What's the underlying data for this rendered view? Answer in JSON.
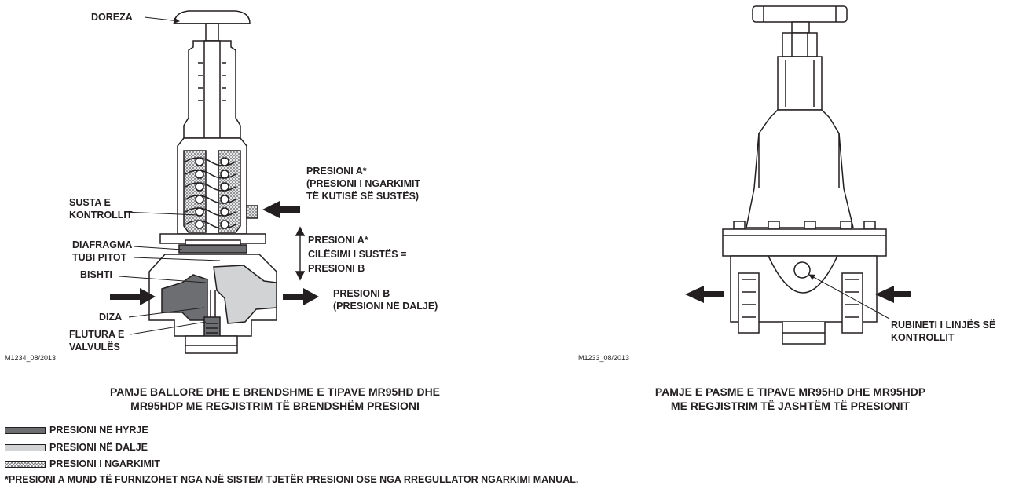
{
  "colors": {
    "inlet": "#6d6e71",
    "outlet": "#d1d3d4",
    "line": "#231f20"
  },
  "left_view": {
    "labels": {
      "doreza": "DOREZA",
      "presioni_a_1": "PRESIONI A*",
      "presioni_a_2": "(PRESIONI I NGARKIMIT",
      "presioni_a_3": "TË KUTISË SË SUSTËS)",
      "susta_1": "SUSTA E",
      "susta_2": "KONTROLLIT",
      "diafragma": "DIAFRAGMA",
      "tubi_pitot": "TUBI PITOT",
      "bishti": "BISHTI",
      "cilesimi_1": "PRESIONI A*",
      "cilesimi_2": "CILËSIMI I SUSTËS =",
      "cilesimi_3": "PRESIONI B",
      "presioni_b_1": "PRESIONI B",
      "presioni_b_2": "(PRESIONI NË DALJE)",
      "diza": "DIZA",
      "flutura_1": "FLUTURA E",
      "flutura_2": "VALVULËS"
    },
    "drawing_code": "M1234_08/2013",
    "caption_line1": "PAMJE BALLORE DHE E BRENDSHME E TIPAVE MR95HD DHE",
    "caption_line2": "MR95HDP ME REGJISTRIM TË BRENDSHËM PRESIONI"
  },
  "right_view": {
    "labels": {
      "rubineti_1": "RUBINETI I LINJËS SË",
      "rubineti_2": "KONTROLLIT"
    },
    "drawing_code": "M1233_08/2013",
    "caption_line1": "PAMJE E PASME E TIPAVE MR95HD DHE MR95HDP",
    "caption_line2": "ME REGJISTRIM TË JASHTËM TË PRESIONIT"
  },
  "legend": [
    {
      "label": "PRESIONI NË HYRJE",
      "pattern": "inlet"
    },
    {
      "label": "PRESIONI NË DALJE",
      "pattern": "outlet"
    },
    {
      "label": "PRESIONI I NGARKIMIT",
      "pattern": "loading"
    }
  ],
  "footnote": "*PRESIONI A MUND TË FURNIZOHET NGA NJË SISTEM TJETËR PRESIONI OSE NGA RREGULLATOR NGARKIMI MANUAL."
}
